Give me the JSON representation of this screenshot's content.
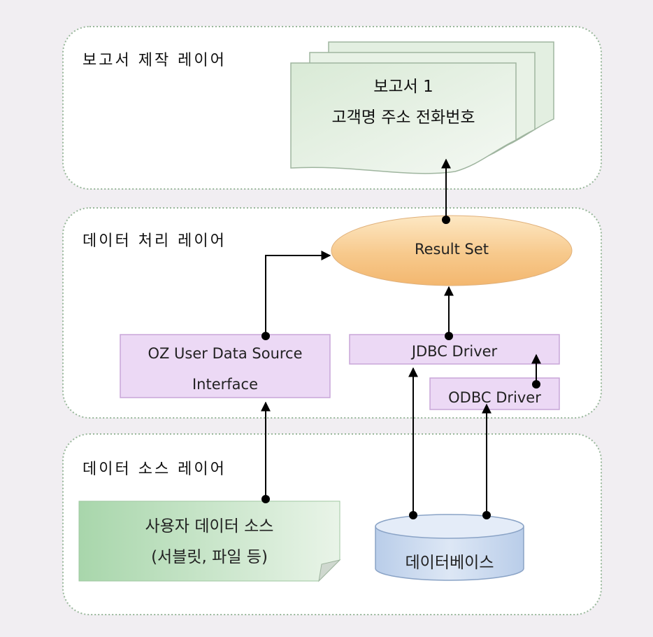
{
  "layers": {
    "report": {
      "label": "보고서 제작 레이어"
    },
    "processing": {
      "label": "데이터 처리 레이어"
    },
    "source": {
      "label": "데이터 소스 레이어"
    }
  },
  "report_doc": {
    "title": "보고서 1",
    "fields": "고객명 주소 전화번호"
  },
  "result_set": {
    "label": "Result Set"
  },
  "oz_interface": {
    "line1": "OZ User Data Source",
    "line2": "Interface"
  },
  "jdbc_driver": {
    "label": "JDBC Driver"
  },
  "odbc_driver": {
    "label": "ODBC Driver"
  },
  "user_source": {
    "line1": "사용자 데이터 소스",
    "line2": "(서블릿, 파일 등)"
  },
  "database": {
    "label": "데이터베이스"
  },
  "colors": {
    "background": "#f1eef2",
    "layer_fill": "#ffffff",
    "layer_border": "#99b89b",
    "driver_fill": "#ecd9f5",
    "driver_border": "#c8a6d8",
    "result_set_fill": "#f7c98c",
    "report_fill": "#e6f0e4",
    "user_source_fill": "#bfe0c0",
    "database_fill": "#c9d8ee",
    "arrow": "#000000"
  }
}
